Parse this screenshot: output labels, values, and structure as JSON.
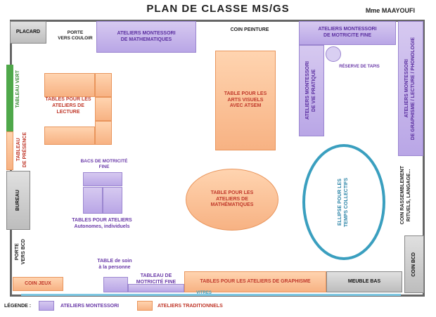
{
  "title": "PLAN  DE  CLASSE  MS/GS",
  "author": "Mme MAAYOUFI",
  "labels": {
    "placard": "PLACARD",
    "porte_couloir": "PORTE\nVERS COULOIR",
    "ateliers_math": "ATELIERS MONTESSORI\nDE MATHEMATIQUES",
    "coin_peinture": "COIN PEINTURE",
    "ateliers_motricite": "ATELIERS MONTESSORI\nDE MOTRICITE FINE",
    "reserve_tapis": "RÉSERVE DE TAPIS",
    "ateliers_vie_pratique": "ATELIERS MONTESSORI\nDE VIE PRATIQUE",
    "ateliers_graphisme": "ATELIERS MONTESSORI\nDE GRAPHISME / LECTURE / PHONOLOGIE",
    "tableau_vert": "TABLEAU VERT",
    "tableau_presence": "TABLEAU\nDE PRÉSENCE",
    "tables_lecture": "TABLES POUR LES\nATELIERS DE\nLECTURE",
    "table_arts": "TABLE POUR LES\nARTS VISUELS\nAVEC ATSEM",
    "bacs_motricite": "BACS DE MOTRICITÉ\nFINE",
    "bureau": "BUREAU",
    "tables_autonomes": "TABLES POUR ATELIERS\nAutonomes, individuels",
    "table_math": "TABLE POUR LES\nATELIERS DE\nMATHÉMATIQUES",
    "ellipse": "ELLIPSE POUR LES\nTEMPS COLLECTIFS",
    "coin_rassemblement": "COIN RASSEMBLEMENT\nRITUELS, LANGAGE...",
    "porte_bcd": "PORTE\nVERS BCD",
    "table_soin": "TABLE de soin\nà la personne",
    "table_motricite": "TABLEAU DE\nMOTRICITÉ FINE",
    "coin_jeux": "COIN JEUX",
    "tables_graphisme": "TABLES POUR LES ATELIERS DE GRAPHISME",
    "meuble_bas": "MEUBLE BAS",
    "coin_bcd": "COIN BCD",
    "vitres": "VITRES"
  },
  "legend": {
    "title": "LÉGENDE :",
    "montessori": "ATELIERS MONTESSORI",
    "traditionnels": "ATELIERS TRADITIONNELS"
  },
  "colors": {
    "montessori": "#c4b3ec",
    "traditionnel": "#f8b98a",
    "ellipse_border": "#3a9fbf",
    "green_board": "#4fa84a",
    "window": "#7ec8e3"
  }
}
